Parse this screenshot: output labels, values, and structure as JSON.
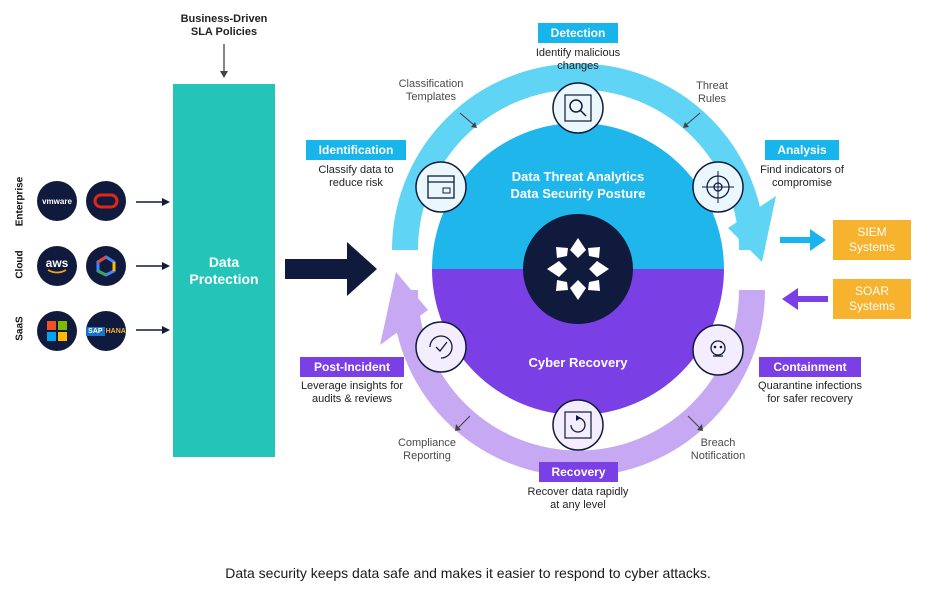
{
  "sla": {
    "label_line1": "Business-Driven",
    "label_line2": "SLA Policies"
  },
  "sources": {
    "categories": [
      "Enterprise",
      "Cloud",
      "SaaS"
    ],
    "vmware_text": "vmware",
    "aws_text": "aws",
    "sap_text": "SAP",
    "hana_text": "HANA"
  },
  "data_protection": {
    "line1": "Data",
    "line2": "Protection"
  },
  "ring": {
    "top_line1": "Data Threat Analytics",
    "top_line2": "Data Security Posture",
    "bottom": "Cyber Recovery"
  },
  "stages": {
    "detection": {
      "title": "Detection",
      "line1": "Identify malicious",
      "line2": "changes"
    },
    "analysis": {
      "title": "Analysis",
      "line1": "Find indicators of",
      "line2": "compromise"
    },
    "identification": {
      "title": "Identification",
      "line1": "Classify data to",
      "line2": "reduce risk"
    },
    "containment": {
      "title": "Containment",
      "line1": "Quarantine infections",
      "line2": "for safer recovery"
    },
    "recovery": {
      "title": "Recovery",
      "line1": "Recover data rapidly",
      "line2": "at any level"
    },
    "post_incident": {
      "title": "Post-Incident",
      "line1": "Leverage insights for",
      "line2": "audits & reviews"
    }
  },
  "annotations": {
    "classification": {
      "line1": "Classification",
      "line2": "Templates"
    },
    "threat_rules": {
      "line1": "Threat",
      "line2": "Rules"
    },
    "compliance": {
      "line1": "Compliance",
      "line2": "Reporting"
    },
    "breach": {
      "line1": "Breach",
      "line2": "Notification"
    }
  },
  "integrations": {
    "siem": {
      "line1": "SIEM",
      "line2": "Systems"
    },
    "soar": {
      "line1": "SOAR",
      "line2": "Systems"
    }
  },
  "caption": "Data security keeps data safe and makes it easier to respond to cyber attacks.",
  "colors": {
    "teal": "#24c4b8",
    "cyan": "#18b4ec",
    "purple": "#7b3fe6",
    "navy": "#101a3c",
    "orange": "#f7b22e"
  }
}
